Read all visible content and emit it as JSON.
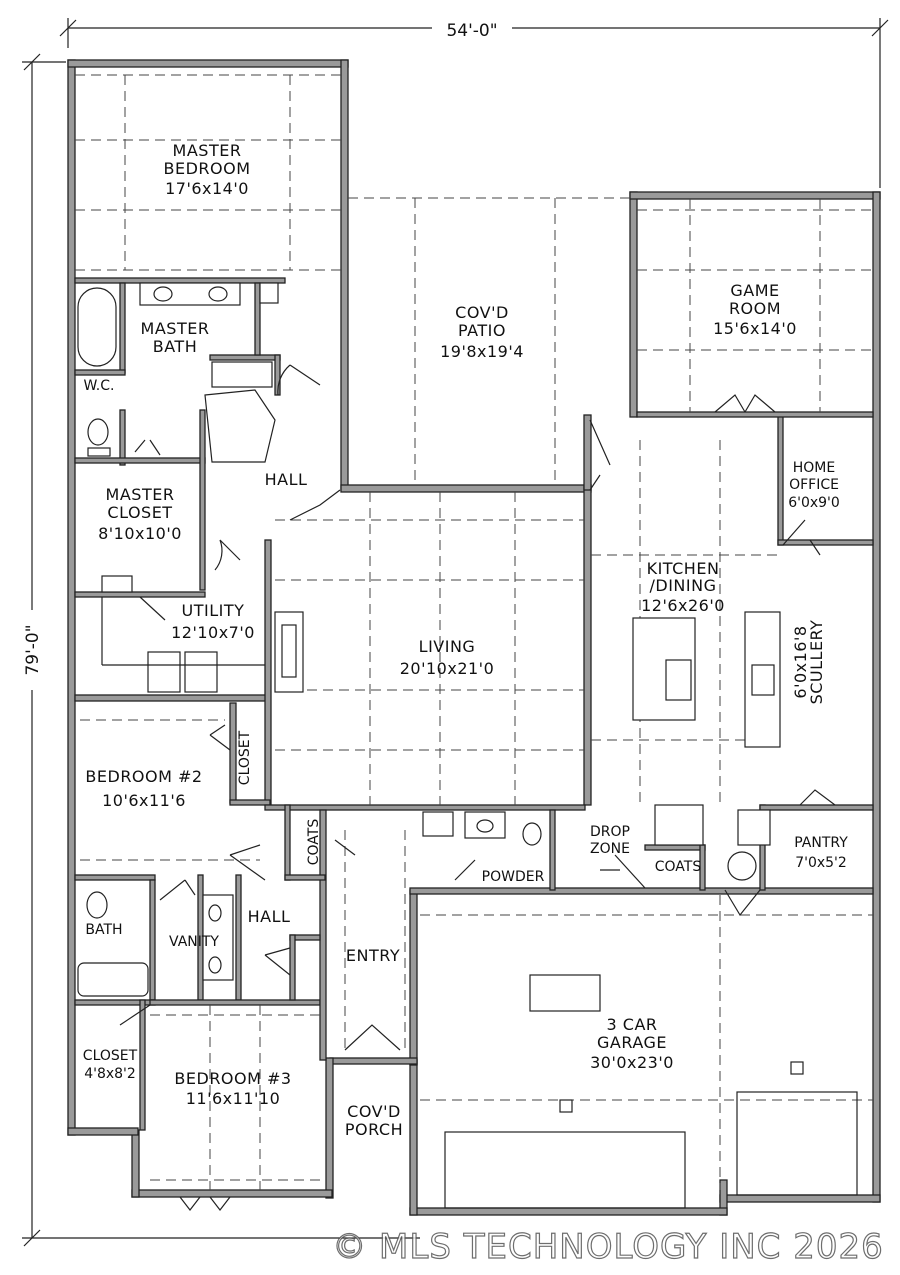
{
  "dimensions": {
    "width_label": "54'-0\"",
    "depth_label": "79'-0\""
  },
  "rooms": {
    "master_bedroom": {
      "name1": "MASTER",
      "name2": "BEDROOM",
      "size": "17'6x14'0"
    },
    "covd_patio": {
      "name1": "COV'D",
      "name2": "PATIO",
      "size": "19'8x19'4"
    },
    "game_room": {
      "name1": "GAME",
      "name2": "ROOM",
      "size": "15'6x14'0"
    },
    "master_bath": {
      "name1": "MASTER",
      "name2": "BATH"
    },
    "wc": {
      "name": "W.C."
    },
    "hall_upper": {
      "name": "HALL"
    },
    "master_closet": {
      "name1": "MASTER",
      "name2": "CLOSET",
      "size": "8'10x10'0"
    },
    "home_office": {
      "name1": "HOME",
      "name2": "OFFICE",
      "size": "6'0x9'0"
    },
    "kitchen": {
      "name1": "KITCHEN",
      "name2": "/DINING",
      "size": "12'6x26'0"
    },
    "utility": {
      "name": "UTILITY",
      "size": "12'10x7'0"
    },
    "living": {
      "name": "LIVING",
      "size": "20'10x21'0"
    },
    "scullery": {
      "name": "SCULLERY",
      "size": "6'0x16'8"
    },
    "bedroom2": {
      "name": "BEDROOM #2",
      "size": "10'6x11'6"
    },
    "closet_b2": {
      "name": "CLOSET"
    },
    "coats_entry": {
      "name": "COATS"
    },
    "drop_zone": {
      "name1": "DROP",
      "name2": "ZONE"
    },
    "powder": {
      "name": "POWDER"
    },
    "coats_drop": {
      "name": "COATS"
    },
    "pantry": {
      "name": "PANTRY",
      "size": "7'0x5'2"
    },
    "bath": {
      "name": "BATH"
    },
    "vanity": {
      "name": "VANITY"
    },
    "hall_lower": {
      "name": "HALL"
    },
    "entry": {
      "name": "ENTRY"
    },
    "garage": {
      "name1": "3 CAR",
      "name2": "GARAGE",
      "size": "30'0x23'0"
    },
    "closet_b3": {
      "name": "CLOSET",
      "size": "4'8x8'2"
    },
    "bedroom3": {
      "name": "BEDROOM #3",
      "size": "11'6x11'10"
    },
    "covd_porch": {
      "name1": "COV'D",
      "name2": "PORCH"
    }
  },
  "watermark": "© MLS TECHNOLOGY INC 2026",
  "colors": {
    "wall_fill": "#9a9a9a",
    "line": "#222222",
    "background": "#ffffff"
  }
}
